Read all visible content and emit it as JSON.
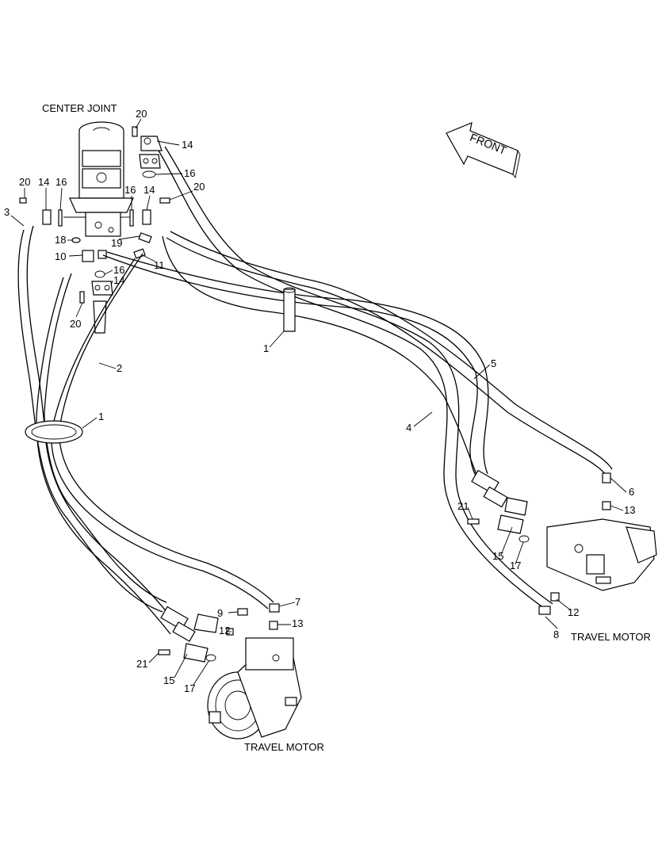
{
  "captions": {
    "center_joint": "CENTER JOINT",
    "travel_motor_left": "TRAVEL MOTOR",
    "travel_motor_right": "TRAVEL MOTOR",
    "front_arrow": "FRONT"
  },
  "callouts": {
    "c20_top": "20",
    "c14_top": "14",
    "c16_top": "16",
    "c20_left": "20",
    "c14_left": "14",
    "c16_left": "16",
    "c3": "3",
    "c16_mid": "16",
    "c14_mid": "14",
    "c20_right": "20",
    "c18": "18",
    "c10": "10",
    "c19": "19",
    "c11": "11",
    "c16_low": "16",
    "c14_low": "14",
    "c20_low": "20",
    "c1_center": "1",
    "c2": "2",
    "c1_left": "1",
    "c5": "5",
    "c4": "4",
    "c6": "6",
    "c13_right": "13",
    "c21_right": "21",
    "c15_right": "15",
    "c17_right": "17",
    "c12_right": "12",
    "c8": "8",
    "c7": "7",
    "c9": "9",
    "c12_left": "12",
    "c13_left": "13",
    "c21_left": "21",
    "c15_left": "15",
    "c17_left": "17"
  }
}
